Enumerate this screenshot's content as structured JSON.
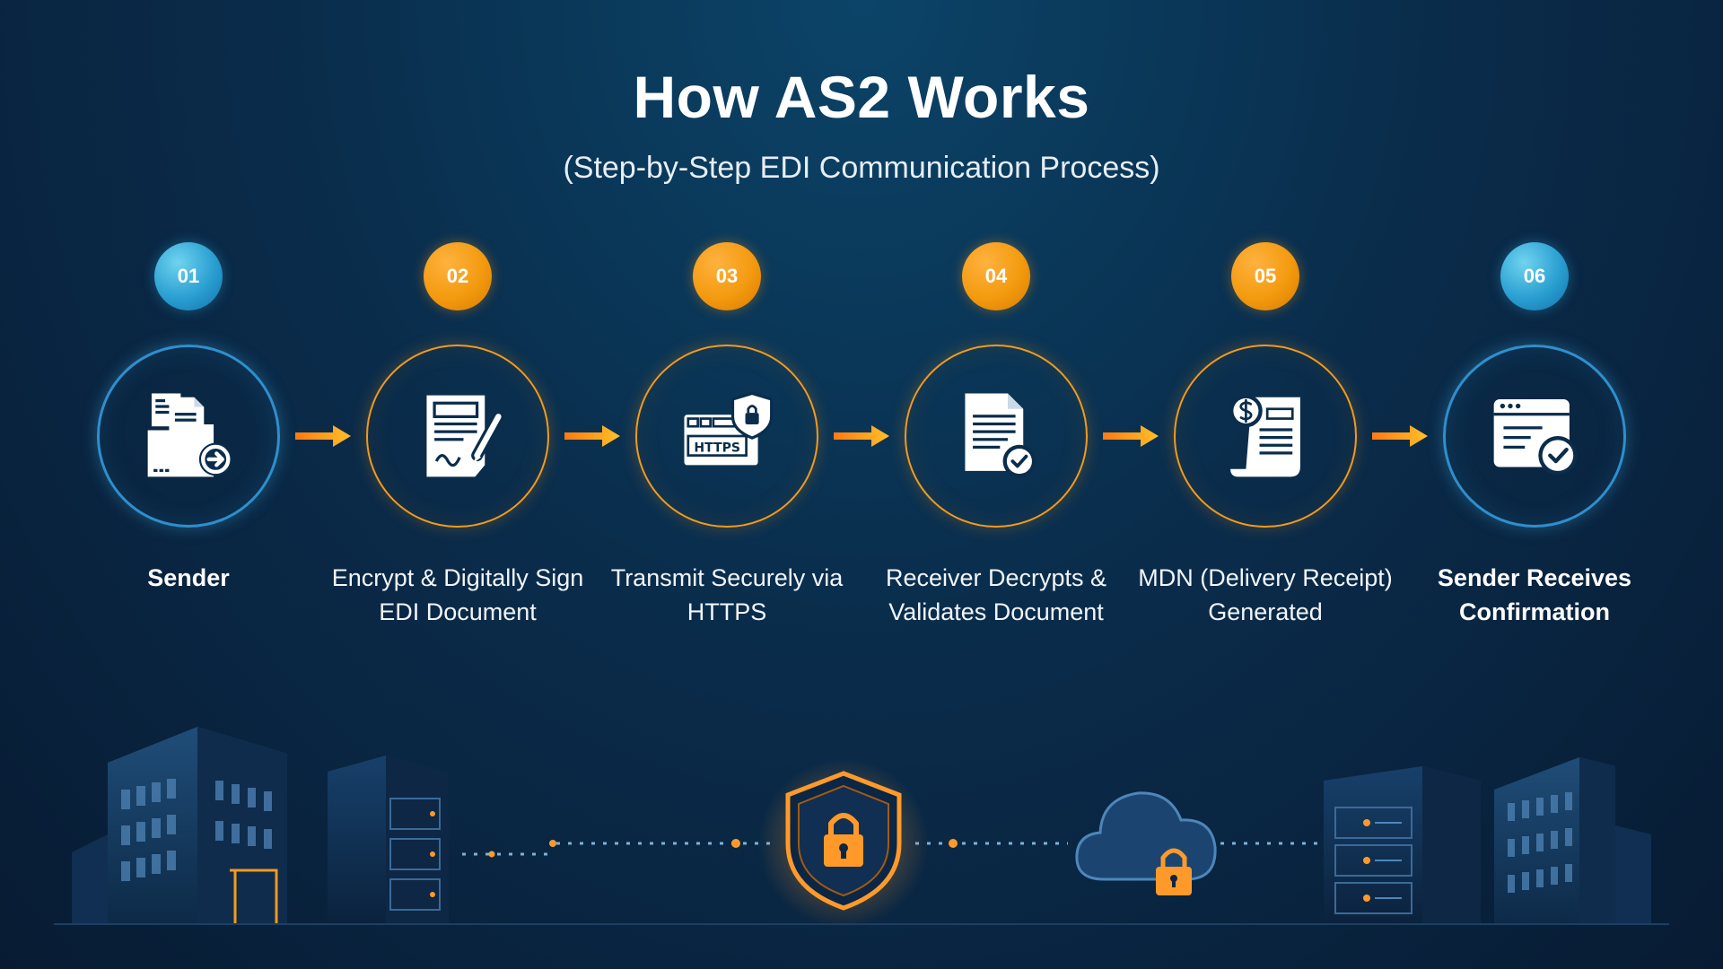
{
  "title": "How AS2 Works",
  "subtitle": "(Step-by-Step EDI Communication Process)",
  "steps": [
    {
      "number": "01",
      "label": "Sender",
      "icon": "folder-document-send-icon",
      "accent": "#4fc3e8"
    },
    {
      "number": "02",
      "label": "Encrypt & Digitally Sign EDI Document",
      "icon": "signed-document-icon",
      "accent": "#f5a020"
    },
    {
      "number": "03",
      "label": "Transmit Securely via HTTPS",
      "icon": "https-browser-shield-icon",
      "accent": "#f5a020"
    },
    {
      "number": "04",
      "label": "Receiver Decrypts & Validates Document",
      "icon": "validated-document-icon",
      "accent": "#f5a020"
    },
    {
      "number": "05",
      "label": "MDN (Delivery Receipt) Generated",
      "icon": "receipt-icon",
      "accent": "#f5a020"
    },
    {
      "number": "06",
      "label": "Sender Receives Confirmation",
      "icon": "window-check-icon",
      "accent": "#4fc3e8"
    }
  ],
  "icon_text": {
    "https": "HTTPS"
  },
  "colors": {
    "orange": "#f5a020",
    "blue": "#4fc3e8",
    "background": "#0a2d4c"
  }
}
